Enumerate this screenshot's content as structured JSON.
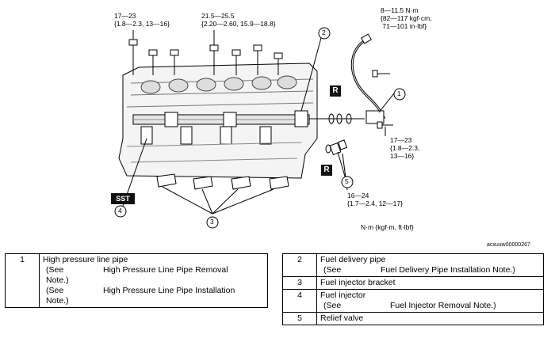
{
  "torque_labels": {
    "top_left": "17—23\n{1.8—2.3, 13—16}",
    "top_center": "21.5—25.5\n{2.20—2.60, 15.9—18.8}",
    "top_right": "8—11.5 N·m\n{82—117 kgf·cm,\n 71—101 in·lbf}",
    "right": "17—23\n{1.8—2.3,\n13—16}",
    "bottom_right": "16—24\n{1.7—2.4, 12—17}"
  },
  "callouts": [
    "1",
    "2",
    "3",
    "4",
    "5"
  ],
  "sst_label": "SST",
  "r_label": "R",
  "units_label": "N·m {kgf·m, ft·lbf}",
  "figure_id": "acxuuw00000267",
  "legend_left": {
    "num": "1",
    "name": "High pressure line pipe",
    "notes": [
      {
        "see": "(See",
        "text": "High Pressure Line Pipe Removal",
        "cont": "Note.)"
      },
      {
        "see": "(See",
        "text": "High Pressure Line Pipe Installation",
        "cont": "Note.)"
      }
    ]
  },
  "legend_right": [
    {
      "num": "2",
      "name": "Fuel delivery pipe",
      "see": "(See",
      "text": "Fuel Delivery Pipe Installation Note.)"
    },
    {
      "num": "3",
      "name": "Fuel injector bracket"
    },
    {
      "num": "4",
      "name": "Fuel injector",
      "see": "(See",
      "text": "Fuel Injector Removal Note.)"
    },
    {
      "num": "5",
      "name": "Relief valve"
    }
  ]
}
